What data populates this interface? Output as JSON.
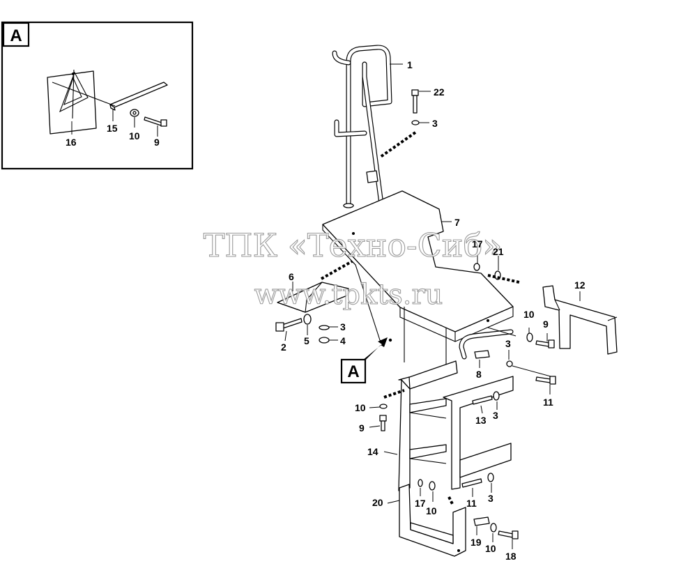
{
  "detail_view": {
    "label": "A"
  },
  "callout": {
    "label": "A"
  },
  "watermark": {
    "line1": "ТПК «Техно-Сиб»",
    "line2": "www.tpkts.ru"
  },
  "part_labels": [
    "1",
    "22",
    "3",
    "7",
    "17",
    "21",
    "12",
    "6",
    "10",
    "9",
    "2",
    "5",
    "3",
    "4",
    "8",
    "3",
    "11",
    "10",
    "9",
    "13",
    "3",
    "14",
    "20",
    "17",
    "10",
    "11",
    "3",
    "19",
    "10",
    "18",
    "15",
    "10",
    "9",
    "16"
  ]
}
